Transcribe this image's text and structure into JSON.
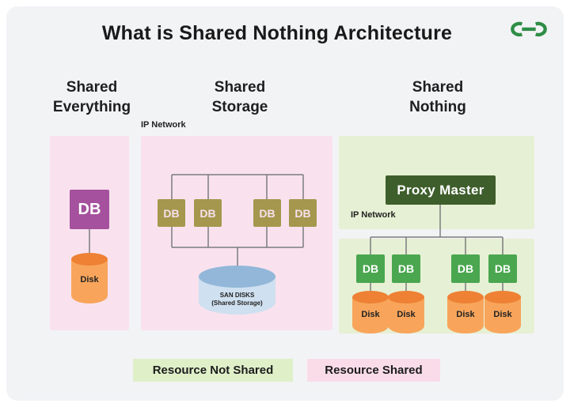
{
  "title": "What is Shared Nothing Architecture",
  "logo": {
    "name": "geeksforgeeks-logo",
    "color": "#2f8d46"
  },
  "colors": {
    "canvas_bg": "#f2f3f5",
    "panel_pink": "#f9e2ee",
    "panel_green": "#e6f0d4",
    "db_purple": "#a5519d",
    "db_olive": "#a5974d",
    "db_green": "#4aa64f",
    "proxy_green": "#3e5e2c",
    "disk_orange_body": "#f8a55b",
    "disk_orange_top": "#ee8134",
    "san_blue_body": "#cfe0f0",
    "san_blue_top": "#92b7d9",
    "legend_green_bg": "#dff0c9",
    "legend_pink_bg": "#fadce9",
    "connector_gray": "#7a7c7e"
  },
  "sections": {
    "shared_everything": {
      "heading_line1": "Shared",
      "heading_line2": "Everything",
      "db_label": "DB",
      "disk_label": "Disk"
    },
    "shared_storage": {
      "heading_line1": "Shared",
      "heading_line2": "Storage",
      "ip_network_label": "IP Network",
      "db_nodes": [
        "DB",
        "DB",
        "DB",
        "DB"
      ],
      "san_label": "SAN DISKS",
      "san_sublabel": "(Shared Storage)"
    },
    "shared_nothing": {
      "heading_line1": "Shared",
      "heading_line2": "Nothing",
      "proxy_master_label": "Proxy Master",
      "ip_network_label": "IP Network",
      "db_nodes": [
        "DB",
        "DB",
        "DB",
        "DB"
      ],
      "disk_nodes": [
        "Disk",
        "Disk",
        "Disk",
        "Disk"
      ]
    }
  },
  "legend": {
    "not_shared_label": "Resource Not Shared",
    "shared_label": "Resource Shared"
  }
}
